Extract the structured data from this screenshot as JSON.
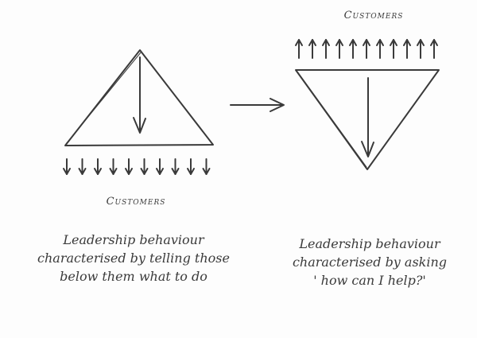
{
  "left_diagram": {
    "customers_label": "Customers",
    "caption_lines": [
      "Leadership behaviour",
      "characterised by telling those",
      "below them what to do"
    ]
  },
  "right_diagram": {
    "customers_label": "Customers",
    "caption_lines": [
      "Leadership behaviour",
      "characterised by asking",
      "' how can I help?'"
    ]
  },
  "colors": {
    "ink": "#3a3a3a",
    "paper": "#fdfdfd"
  },
  "icons": {
    "down_arrow": "down-arrow-icon",
    "up_arrow": "up-arrow-icon",
    "transition_arrow": "right-arrow-icon"
  }
}
